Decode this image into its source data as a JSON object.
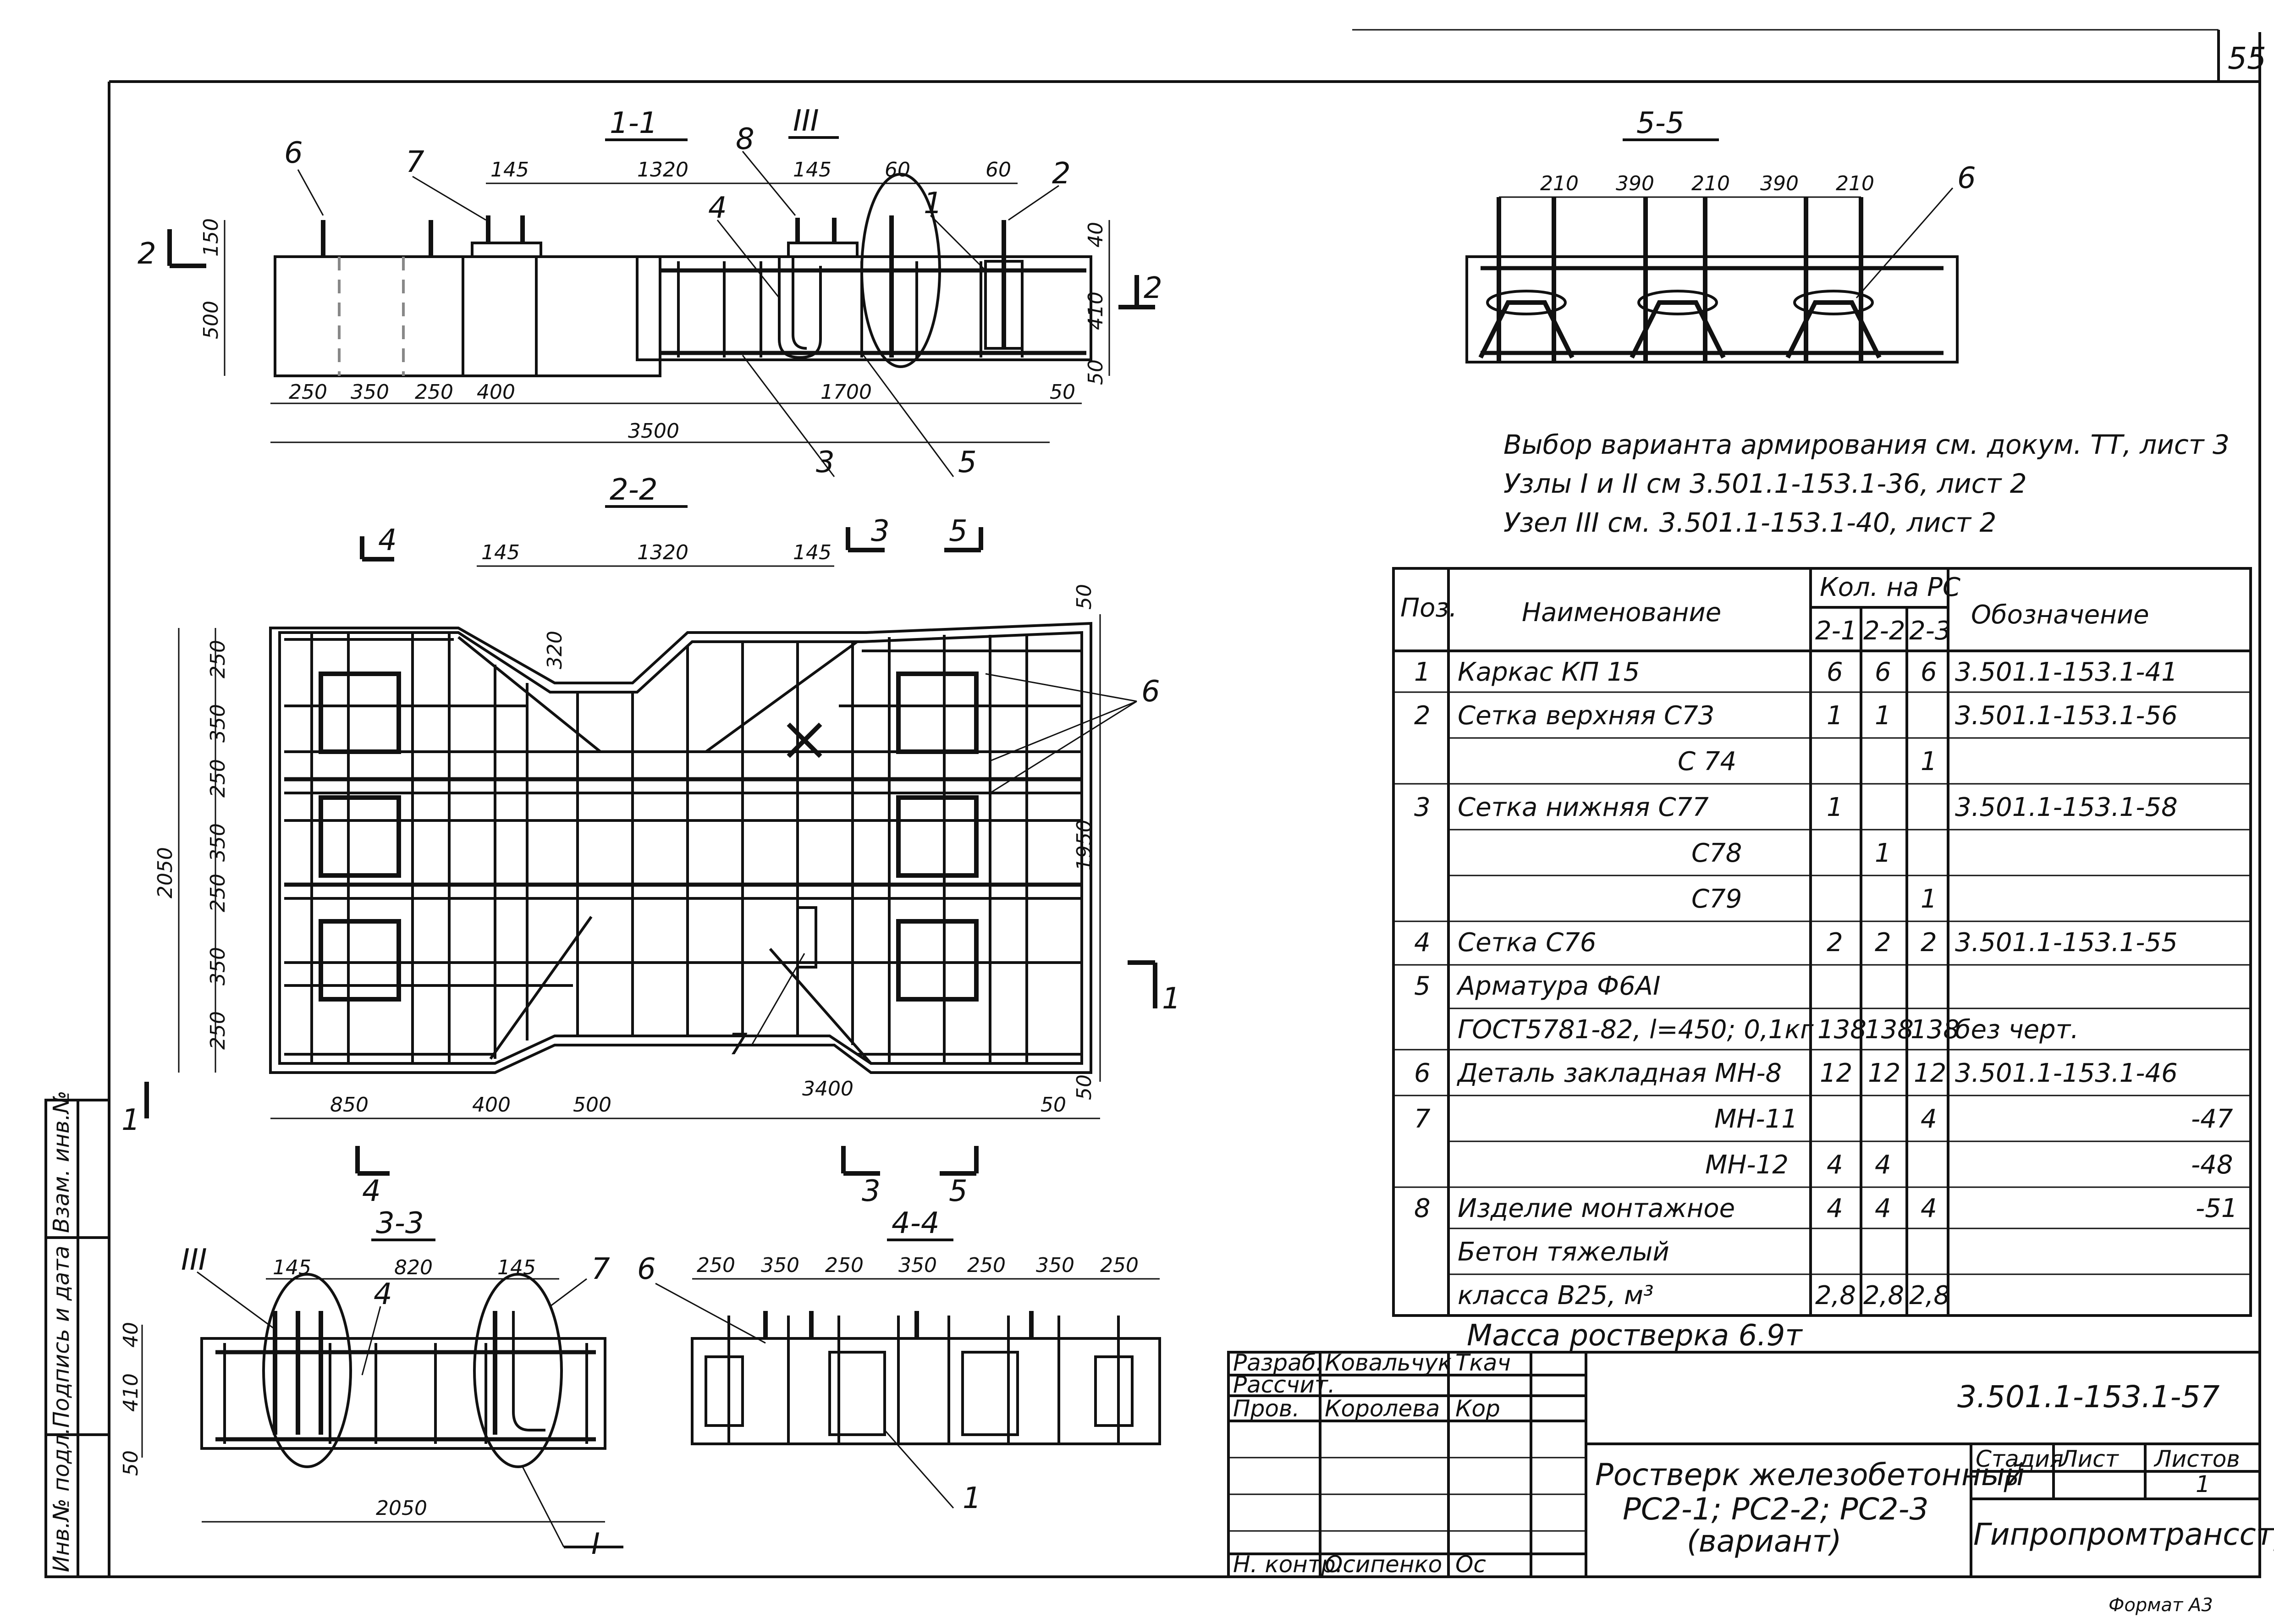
{
  "sheet_number": "55",
  "notes": [
    "Выбор варианта армирования см. докум. ТТ, лист 3",
    "Узлы I и II см 3.501.1-153.1-36, лист 2",
    "Узел III см. 3.501.1-153.1-40, лист 2"
  ],
  "sections": {
    "s11": {
      "title": "1-1",
      "node_label": "III",
      "dims": [
        "145",
        "1320",
        "145",
        "60",
        "60",
        "150",
        "500",
        "40",
        "410",
        "50",
        "250",
        "350",
        "250",
        "400",
        "1700",
        "50",
        "3500"
      ],
      "callouts": [
        "6",
        "7",
        "8",
        "4",
        "1",
        "2",
        "3",
        "5"
      ],
      "cut": "2"
    },
    "s22": {
      "title": "2-2",
      "dims_top": [
        "145",
        "1320",
        "145"
      ],
      "dims_left": [
        "250",
        "350",
        "250",
        "350",
        "250",
        "350",
        "250",
        "2050"
      ],
      "dims_right": [
        "50",
        "1950",
        "50"
      ],
      "dims_bottom": [
        "850",
        "400",
        "500",
        "3400",
        "50",
        "320"
      ],
      "callouts": [
        "6",
        "7"
      ],
      "cuts": [
        "4",
        "3",
        "5",
        "1"
      ]
    },
    "s33": {
      "title": "3-3",
      "node_labels": [
        "III",
        "I"
      ],
      "dims": [
        "145",
        "820",
        "145",
        "40",
        "410",
        "50",
        "2050"
      ],
      "callouts": [
        "4",
        "7"
      ]
    },
    "s44": {
      "title": "4-4",
      "dims": [
        "250",
        "350",
        "250",
        "350",
        "250",
        "350",
        "250"
      ],
      "callouts": [
        "6",
        "1"
      ]
    },
    "s55": {
      "title": "5-5",
      "dims": [
        "210",
        "390",
        "210",
        "390",
        "210"
      ],
      "callouts": [
        "6"
      ]
    }
  },
  "spec_table": {
    "headers": {
      "pos": "Поз.",
      "name": "Наименование",
      "qty": "Кол. на РС",
      "designation": "Обозначение",
      "sub": [
        "2-1",
        "2-2",
        "2-3"
      ]
    },
    "rows": [
      {
        "pos": "1",
        "name": "Каркас  КП 15",
        "q1": "6",
        "q2": "6",
        "q3": "6",
        "des": "3.501.1-153.1-41"
      },
      {
        "pos": "2",
        "name": "Сетка верхняя  С73",
        "q1": "1",
        "q2": "1",
        "q3": "",
        "des": "3.501.1-153.1-56"
      },
      {
        "pos": "",
        "name": "С 74",
        "q1": "",
        "q2": "",
        "q3": "1",
        "des": ""
      },
      {
        "pos": "3",
        "name": "Сетка нижняя  С77",
        "q1": "1",
        "q2": "",
        "q3": "",
        "des": "3.501.1-153.1-58"
      },
      {
        "pos": "",
        "name": "С78",
        "q1": "",
        "q2": "1",
        "q3": "",
        "des": ""
      },
      {
        "pos": "",
        "name": "С79",
        "q1": "",
        "q2": "",
        "q3": "1",
        "des": ""
      },
      {
        "pos": "4",
        "name": "Сетка С76",
        "q1": "2",
        "q2": "2",
        "q3": "2",
        "des": "3.501.1-153.1-55"
      },
      {
        "pos": "5",
        "name": "Арматура Ф6АI",
        "q1": "",
        "q2": "",
        "q3": "",
        "des": ""
      },
      {
        "pos": "",
        "name": "ГОСТ5781-82, l=450; 0,1кг",
        "q1": "138",
        "q2": "138",
        "q3": "138",
        "des": "без черт."
      },
      {
        "pos": "6",
        "name": "Деталь закладная МН-8",
        "q1": "12",
        "q2": "12",
        "q3": "12",
        "des": "3.501.1-153.1-46"
      },
      {
        "pos": "7",
        "name": "МН-11",
        "q1": "",
        "q2": "",
        "q3": "4",
        "des": "-47"
      },
      {
        "pos": "",
        "name": "МН-12",
        "q1": "4",
        "q2": "4",
        "q3": "",
        "des": "-48"
      },
      {
        "pos": "8",
        "name": "Изделие монтажное",
        "q1": "4",
        "q2": "4",
        "q3": "4",
        "des": "-51"
      },
      {
        "pos": "",
        "name": "Бетон тяжелый",
        "q1": "",
        "q2": "",
        "q3": "",
        "des": ""
      },
      {
        "pos": "",
        "name": "класса  В25, м³",
        "q1": "2,8",
        "q2": "2,8",
        "q3": "2,8",
        "des": ""
      }
    ],
    "mass": "Масса ростверка 6.9т"
  },
  "title_block": {
    "roles": [
      {
        "role": "Разраб.",
        "name": "Ковальчук",
        "sign": "Ткач"
      },
      {
        "role": "Рассчит.",
        "name": "",
        "sign": ""
      },
      {
        "role": "Пров.",
        "name": "Королева",
        "sign": "Кор"
      },
      {
        "role": "Н. контр.",
        "name": "Осипенко",
        "sign": "Ос"
      }
    ],
    "doc_code": "3.501.1-153.1-57",
    "title_lines": [
      "Ростверк железобетонный",
      "РС2-1; РС2-2; РС2-3",
      "(вариант)"
    ],
    "stage_label": "Стадия",
    "sheet_label": "Лист",
    "sheets_label": "Листов",
    "stage": "Р",
    "sheet": "",
    "sheets": "1",
    "org": "Гипропромтрансстрой",
    "format": "Формат А3"
  },
  "side_stamp": [
    "Взам. инв.№",
    "Подпись и дата",
    "Инв.№ подл."
  ]
}
